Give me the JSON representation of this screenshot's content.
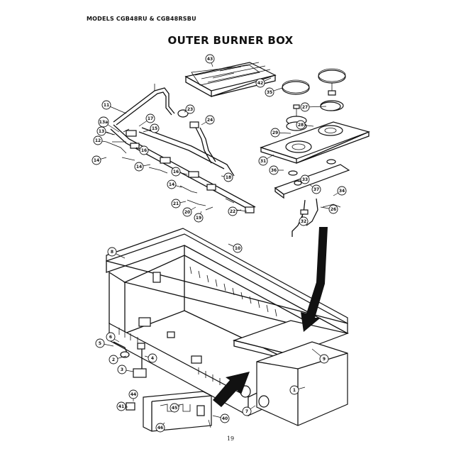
{
  "header": {
    "models": "MODELS CGB48RU & CGB48RSBU",
    "title": "OUTER BURNER BOX",
    "page_number": "19"
  },
  "callouts": [
    {
      "id": "c43",
      "label": "43"
    },
    {
      "id": "c42",
      "label": "42"
    },
    {
      "id": "c35",
      "label": "35"
    },
    {
      "id": "c11",
      "label": "11"
    },
    {
      "id": "c23",
      "label": "23"
    },
    {
      "id": "c24",
      "label": "24"
    },
    {
      "id": "c27",
      "label": "27"
    },
    {
      "id": "c28",
      "label": "28"
    },
    {
      "id": "c29",
      "label": "29"
    },
    {
      "id": "c17",
      "label": "17"
    },
    {
      "id": "c13a",
      "label": "13a"
    },
    {
      "id": "c13",
      "label": "13"
    },
    {
      "id": "c15",
      "label": "15"
    },
    {
      "id": "c12",
      "label": "12"
    },
    {
      "id": "c16",
      "label": "16"
    },
    {
      "id": "c14a",
      "label": "14"
    },
    {
      "id": "c14b",
      "label": "14"
    },
    {
      "id": "c16b",
      "label": "16"
    },
    {
      "id": "c14c",
      "label": "14"
    },
    {
      "id": "c18",
      "label": "18"
    },
    {
      "id": "c31",
      "label": "31"
    },
    {
      "id": "c36",
      "label": "36"
    },
    {
      "id": "c33",
      "label": "33"
    },
    {
      "id": "c37",
      "label": "37"
    },
    {
      "id": "c34",
      "label": "34"
    },
    {
      "id": "c21",
      "label": "21"
    },
    {
      "id": "c20",
      "label": "20"
    },
    {
      "id": "c19",
      "label": "19"
    },
    {
      "id": "c22",
      "label": "22"
    },
    {
      "id": "c26",
      "label": "26"
    },
    {
      "id": "c32",
      "label": "32"
    },
    {
      "id": "c8",
      "label": "8"
    },
    {
      "id": "c10",
      "label": "10"
    },
    {
      "id": "c6",
      "label": "6"
    },
    {
      "id": "c5",
      "label": "5"
    },
    {
      "id": "c2",
      "label": "2"
    },
    {
      "id": "c4",
      "label": "4"
    },
    {
      "id": "c3",
      "label": "3"
    },
    {
      "id": "c9",
      "label": "9"
    },
    {
      "id": "c1",
      "label": "1"
    },
    {
      "id": "c7",
      "label": "7"
    },
    {
      "id": "c44",
      "label": "44"
    },
    {
      "id": "c45",
      "label": "45"
    },
    {
      "id": "c46",
      "label": "46"
    },
    {
      "id": "c40",
      "label": "40"
    },
    {
      "id": "c41",
      "label": "41"
    }
  ]
}
